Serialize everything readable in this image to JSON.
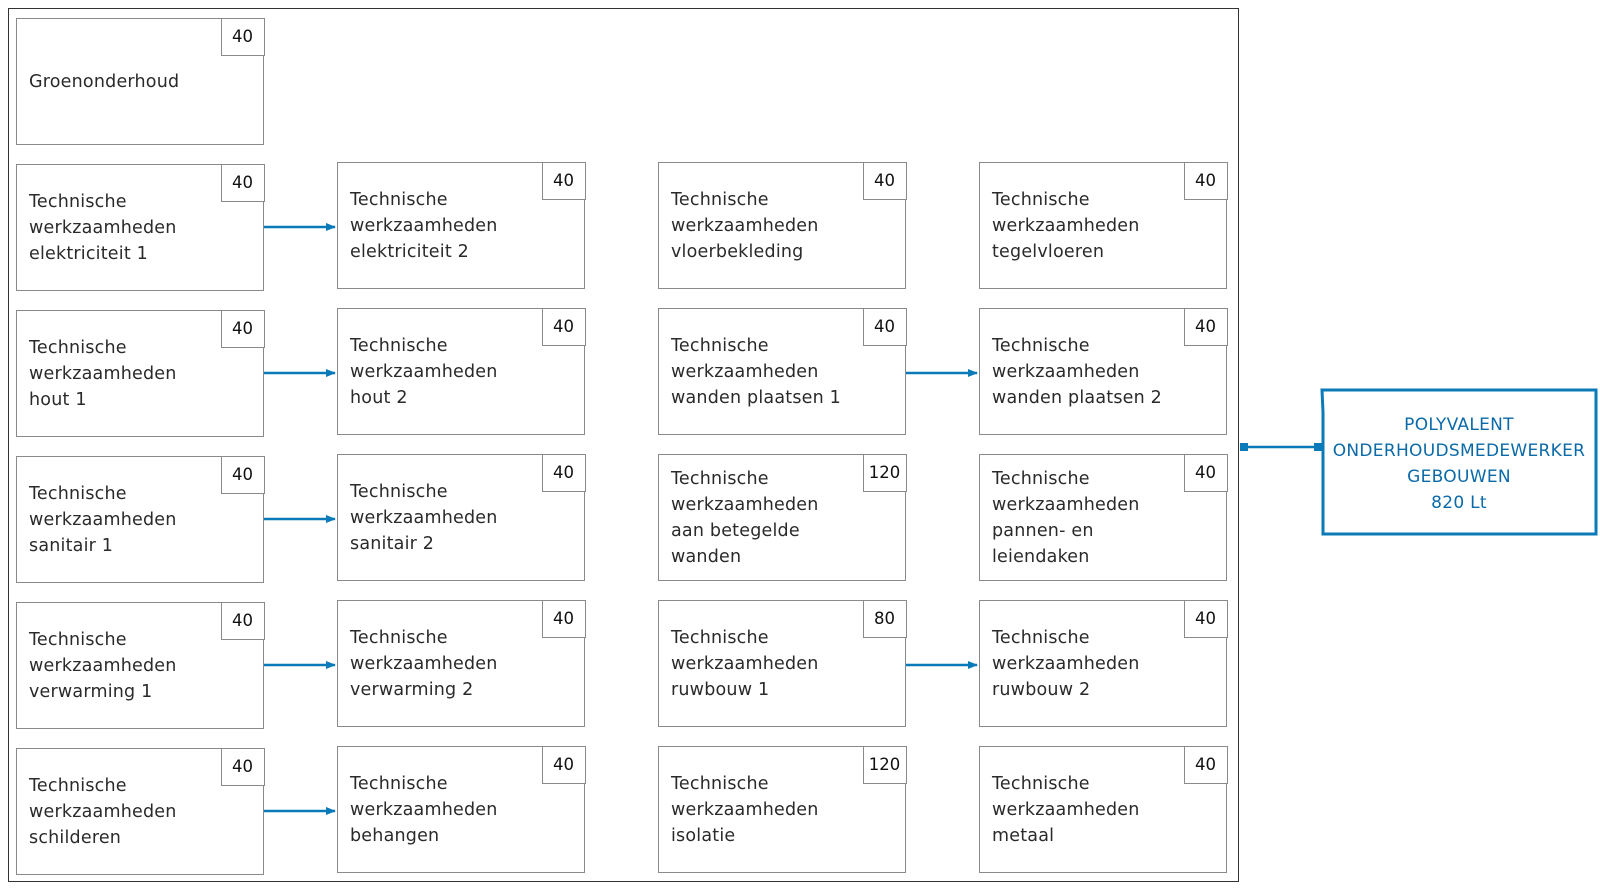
{
  "colors": {
    "accent": "#0a7ab8",
    "target_text": "#0a6aa8",
    "box_border": "#8a8a8a"
  },
  "modules": [
    {
      "id": "m01",
      "title": "Groenonderhoud",
      "credits": "40"
    },
    {
      "id": "m02",
      "title": "Technische\nwerkzaamheden\nelektriciteit 1",
      "credits": "40"
    },
    {
      "id": "m03",
      "title": "Technische\nwerkzaamheden\nelektriciteit 2",
      "credits": "40"
    },
    {
      "id": "m04",
      "title": "Technische\nwerkzaamheden\nvloerbekleding",
      "credits": "40"
    },
    {
      "id": "m05",
      "title": "Technische\nwerkzaamheden\ntegelvloeren",
      "credits": "40"
    },
    {
      "id": "m06",
      "title": "Technische\nwerkzaamheden\nhout 1",
      "credits": "40"
    },
    {
      "id": "m07",
      "title": "Technische\nwerkzaamheden\nhout 2",
      "credits": "40"
    },
    {
      "id": "m08",
      "title": "Technische\nwerkzaamheden\nwanden plaatsen 1",
      "credits": "40"
    },
    {
      "id": "m09",
      "title": "Technische\nwerkzaamheden\nwanden plaatsen 2",
      "credits": "40"
    },
    {
      "id": "m10",
      "title": "Technische\nwerkzaamheden\nsanitair 1",
      "credits": "40"
    },
    {
      "id": "m11",
      "title": "Technische\nwerkzaamheden\nsanitair 2",
      "credits": "40"
    },
    {
      "id": "m12",
      "title": "Technische\nwerkzaamheden\naan betegelde wanden",
      "credits": "120"
    },
    {
      "id": "m13",
      "title": "Technische\nwerkzaamheden\npannen- en\nleiendaken",
      "credits": "40"
    },
    {
      "id": "m14",
      "title": "Technische\nwerkzaamheden\nverwarming 1",
      "credits": "40"
    },
    {
      "id": "m15",
      "title": "Technische\nwerkzaamheden\nverwarming 2",
      "credits": "40"
    },
    {
      "id": "m16",
      "title": "Technische\nwerkzaamheden\nruwbouw 1",
      "credits": "80"
    },
    {
      "id": "m17",
      "title": "Technische\nwerkzaamheden\nruwbouw 2",
      "credits": "40"
    },
    {
      "id": "m18",
      "title": "Technische\nwerkzaamheden\nschilderen",
      "credits": "40"
    },
    {
      "id": "m19",
      "title": "Technische\nwerkzaamheden\nbehangen",
      "credits": "40"
    },
    {
      "id": "m20",
      "title": "Technische\nwerkzaamheden\nisolatie",
      "credits": "120"
    },
    {
      "id": "m21",
      "title": "Technische\nwerkzaamheden\nmetaal",
      "credits": "40"
    }
  ],
  "arrows": [
    {
      "from": "m02",
      "to": "m03"
    },
    {
      "from": "m06",
      "to": "m07"
    },
    {
      "from": "m08",
      "to": "m09"
    },
    {
      "from": "m10",
      "to": "m11"
    },
    {
      "from": "m14",
      "to": "m15"
    },
    {
      "from": "m16",
      "to": "m17"
    },
    {
      "from": "m18",
      "to": "m19"
    }
  ],
  "target": {
    "line1": "POLYVALENT",
    "line2": "ONDERHOUDSMEDEWERKER",
    "line3": "GEBOUWEN",
    "line4": "820 Lt"
  }
}
